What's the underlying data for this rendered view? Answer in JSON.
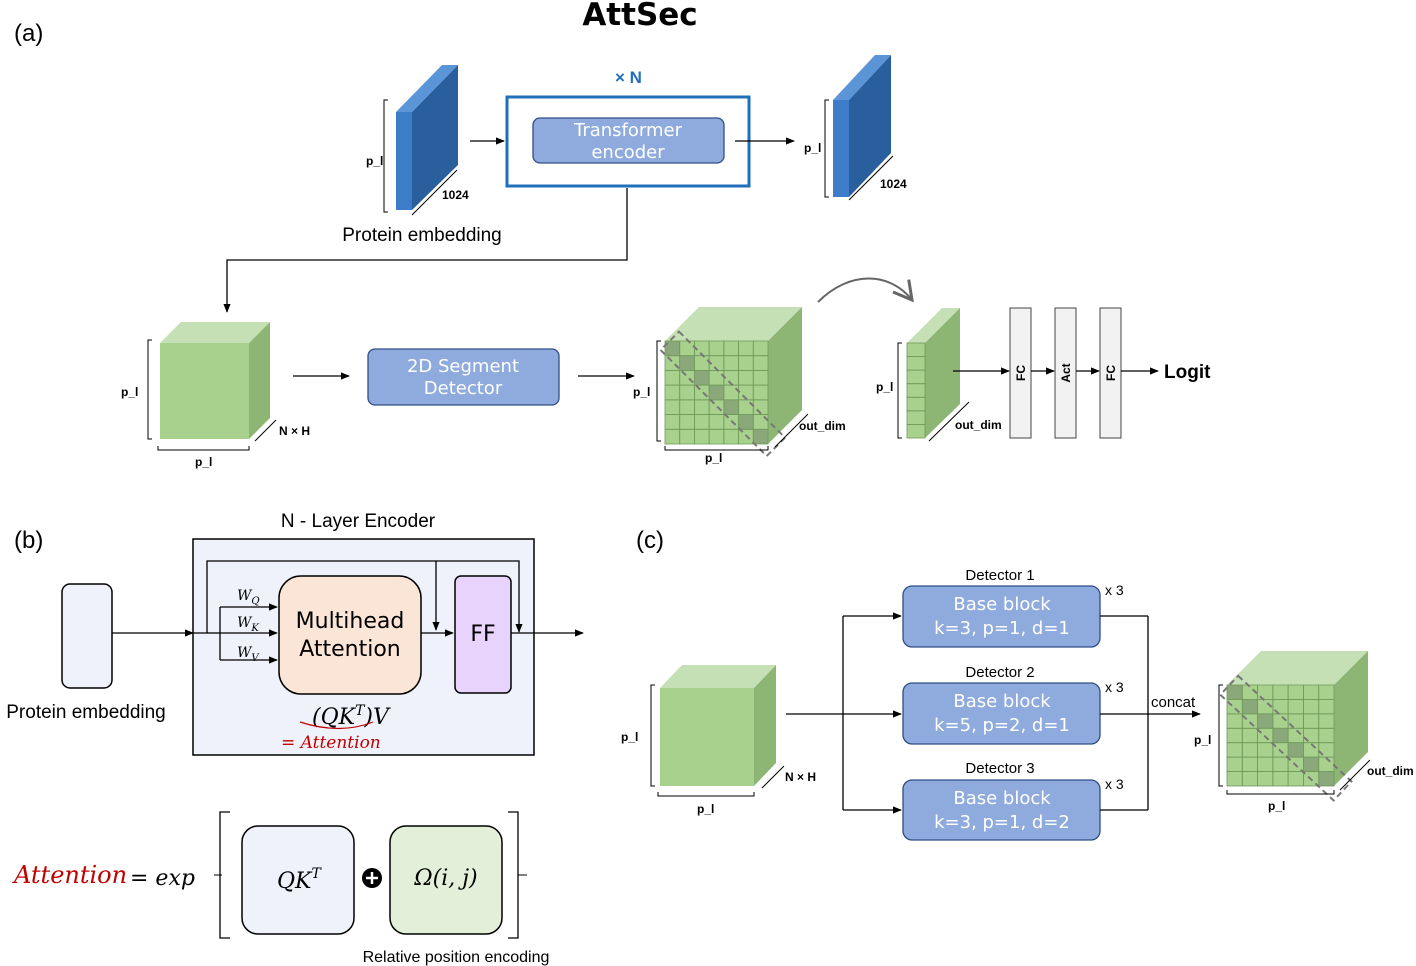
{
  "title": "AttSec",
  "panel_a": {
    "label": "(a)",
    "repeat": "× N",
    "transformer": [
      "Transformer",
      "encoder"
    ],
    "dim_pl": "p_l",
    "dim_1024": "1024",
    "protein_embedding": "Protein embedding",
    "dim_nh": "N × H",
    "segment_detector": [
      "2D Segment",
      "Detector"
    ],
    "out_dim": "out_dim",
    "fc": "FC",
    "act": "Act",
    "logit": "Logit"
  },
  "panel_b": {
    "label": "(b)",
    "encoder_title": "N  -  Layer Encoder",
    "wq": "W",
    "wq_sub": "Q",
    "wk": "W",
    "wk_sub": "K",
    "wv": "W",
    "wv_sub": "V",
    "multihead": [
      "Multihead",
      "Attention"
    ],
    "ff": "FF",
    "protein_embedding": "Protein embedding",
    "formula_main": "(QK",
    "formula_sup": "T",
    "formula_end": ")V",
    "formula_eq": "= Attention",
    "eq_lhs": "Attention",
    "eq_exp": "= exp",
    "eq_qk": "QK",
    "eq_qk_sup": "T",
    "eq_omega": "Ω(i, j)",
    "relpos": "Relative position encoding"
  },
  "panel_c": {
    "label": "(c)",
    "detectors": [
      {
        "name": "Detector 1",
        "block": "Base block",
        "params": "k=3, p=1, d=1",
        "rep": "x 3"
      },
      {
        "name": "Detector 2",
        "block": "Base block",
        "params": "k=5, p=2, d=1",
        "rep": "x 3"
      },
      {
        "name": "Detector 3",
        "block": "Base block",
        "params": "k=3, p=1, d=2",
        "rep": "x 3"
      }
    ],
    "concat": "concat",
    "dim_pl": "p_l",
    "dim_nh": "N × H",
    "out_dim": "out_dim"
  },
  "colors": {
    "blue_box": "#8faadc",
    "blue_border": "#2e4f86",
    "frame_blue": "#1f6fba",
    "green_front": "#a9d18e",
    "green_top": "#c5e0b4",
    "green_side": "#8db574",
    "emb_front": "#2a63a0",
    "emb_side": "#3d7cc9",
    "red": "#c00000",
    "encoder_bg": "#f0f2fb",
    "mha_fill": "#fbe5d6",
    "ff_fill": "#e7d3fb"
  }
}
